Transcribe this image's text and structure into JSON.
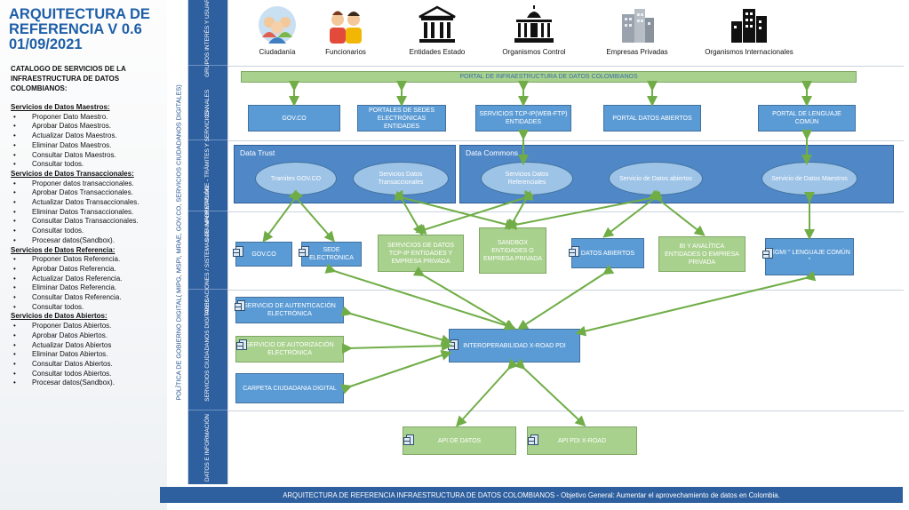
{
  "header": {
    "title": "ARQUITECTURA DE REFERENCIA V 0.6 01/09/2021",
    "subtitle": "CATALOGO DE SERVICIOS DE LA INFRAESTRUCTURA DE DATOS COLOMBIANOS:"
  },
  "catalog": [
    {
      "group": "Servicios de Datos Maestros:",
      "items": [
        "Proponer Dato Maestro.",
        "Aprobar Datos Maestros.",
        "Actualizar Datos Maestros.",
        "Eliminar Datos Maestros.",
        "Consultar Datos Maestros.",
        "Consultar todos."
      ]
    },
    {
      "group": "Servicios de Datos Transaccionales:",
      "items": [
        "Proponer datos transaccionales.",
        "Aprobar Datos Transaccionales.",
        "Actualizar Datos Transaccionales.",
        "Eliminar Datos Transaccionales.",
        "Consultar Datos Transaccionales.",
        "Consultar todos.",
        "Procesar datos(Sandbox)."
      ]
    },
    {
      "group": "Servicios de Datos Referencia:",
      "items": [
        "Proponer Datos Referencia.",
        "Aprobar Datos Referencia.",
        "Actualizar Datos Referencia.",
        "Eliminar Datos Referencia.",
        "Consultar Datos Referencia.",
        "Consultar todos."
      ]
    },
    {
      "group": "Servicios de Datos Abiertos:",
      "items": [
        "Proponer Datos Abiertos.",
        "Aprobar Datos Abiertos.",
        "Actualizar Datos Abiertos",
        "Eliminar Datos Abiertos.",
        "Consultar Datos Abiertos.",
        "Consultar todos Abiertos.",
        "Procesar datos(Sandbox)."
      ]
    }
  ],
  "vertical_label": "POLÍTICA DE GOBIERNO DIGITAL( MIPG, MSPI, MRAE, GOV.CO, SERVICIOS CIUDADANOS DIGITALES)",
  "rows": [
    "GRUPOS INTERÉS Y USUARIOS",
    "CANALES",
    "DATA MARKETPLACE - TRÁMITES Y SERVICIOS",
    "APLICACIONES / SISTEMAS DE INFORMACIÓN",
    "SERVICIOS CIUDADANOS DIGITALES",
    "DATOS E INFORMACIÓN"
  ],
  "stakeholders": [
    "Ciudadanía",
    "Funcionarios",
    "Entidades Estado",
    "Organismos Control",
    "Empresas Privadas",
    "Organismos Internacionales"
  ],
  "canales": {
    "portal": "PORTAL DE INFRAESTRUCTURA DE DATOS COLOMBIANOS",
    "boxes": [
      "GOV.CO",
      "PORTALES DE SEDES ELECTRÓNICAS ENTIDADES",
      "SERVICIOS TCP-IP(WEB-FTP) ENTIDADES",
      "PORTAL DATOS ABIERTOS",
      "PORTAL DE LENGUAJE COMÚN"
    ]
  },
  "marketplace": {
    "trust_title": "Data Trust",
    "commons_title": "Data Commons",
    "ellipses": [
      "Tramites GOV.CO",
      "Servicios Datos Transaccionales",
      "Servicios Datos Referenciales",
      "Servicio de Datos abiertos",
      "Servicio de Datos Maestros"
    ]
  },
  "apps": {
    "govco": "GOV.CO",
    "sede": "SEDE ELECTRÓNICA",
    "servicios_tcp": "SERVICIOS DE DATOS TCP-IP ENTIDADES Y EMPRESA PRIVADA",
    "sandbox": "SANDBOX ENTIDADES O EMPRESA PRIVADA",
    "datos_abiertos": "DATOS ABIERTOS",
    "bi": "BI Y ANALÍTICA ENTIDADES O EMPRESA PRIVADA",
    "sigmi": "SIGMI \" LENGUAJE COMÚN \""
  },
  "scd": {
    "autenticacion": "SERVICIO DE AUTENTICACIÓN ELECTRÓNICA",
    "autorizacion": "SERVICIO DE AUTORIZACIÓN ELECTRÓNICA",
    "carpeta": "CARPETA CIUDADANIA DIGITAL",
    "interop": "INTEROPERABILIDAD X-ROAD PDI"
  },
  "datos": {
    "api_datos": "API DE DATOS",
    "api_pdi": "API PDI X-ROAD"
  },
  "footer": "ARQUITECTURA DE REFERENCIA INFRAESTRUCTURA DE DATOS COLOMBIANOS -  Objetivo General: Aumentar el aprovechamiento de datos en Colombia.",
  "colors": {
    "primary": "#2e5f9e",
    "box": "#5b9bd5",
    "green": "#a9d18e",
    "arrow": "#70ad47",
    "title": "#1f5fa8"
  }
}
